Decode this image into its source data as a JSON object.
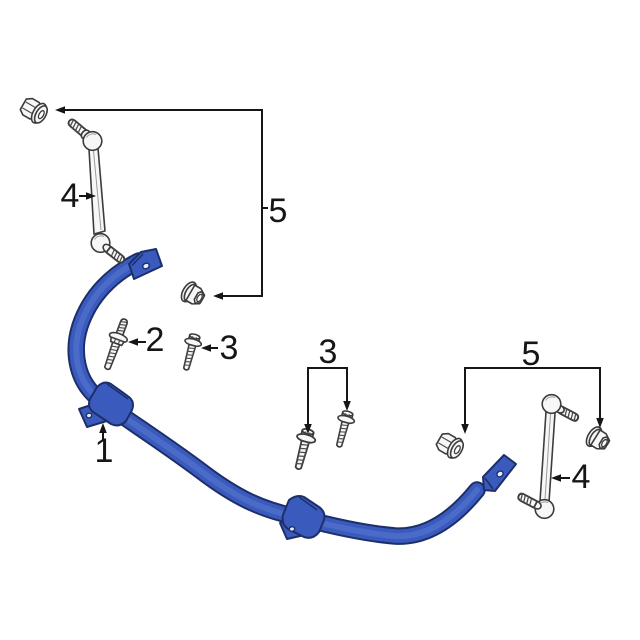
{
  "diagram": {
    "description": "Exploded parts diagram: front stabilizer sway bar with bushing brackets, two end links, bolts and flange nuts",
    "background_color": "#ffffff",
    "colors": {
      "bar_fill": "#3a5bbd",
      "bar_highlight": "#4f6ecb",
      "bar_outline": "#1d2f6a",
      "hardware_fill": "#f7f7f7",
      "hardware_outline": "#3c3c3c",
      "callout": "#161616"
    },
    "callouts": {
      "c1": "1",
      "c2": "2",
      "c3a": "3",
      "c3b": "3",
      "c4a": "4",
      "c4b": "4",
      "c5a": "5",
      "c5b": "5"
    }
  }
}
